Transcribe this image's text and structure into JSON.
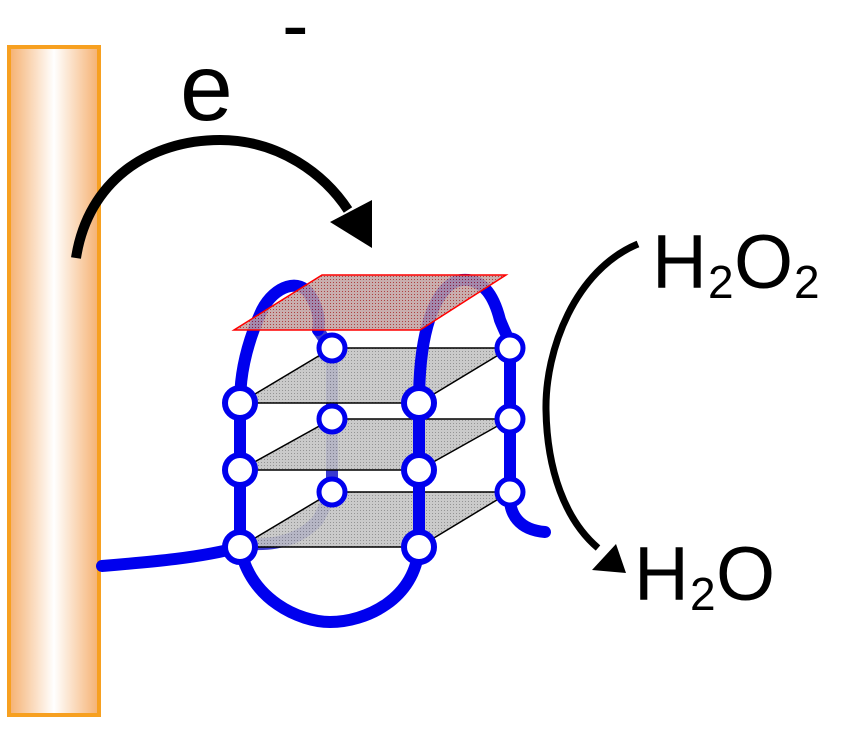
{
  "labels": {
    "electron_symbol": "e",
    "electron_charge": "-",
    "reactant_main": "H",
    "reactant_sub1": "2",
    "reactant_mid": "O",
    "reactant_sub2": "2",
    "product_main": "H",
    "product_sub": "2",
    "product_end": "O"
  },
  "colors": {
    "electrode_fill": "#ffffff",
    "electrode_gradient": "#f5b070",
    "electrode_border": "#f7a020",
    "dna_strand": "#0000ee",
    "g_quartet_plane": "#a0a0a0",
    "hemin_plane": "#b02828",
    "hemin_border": "#ff0000",
    "arrow": "#000000"
  },
  "icons": {
    "guanine_node": "circle",
    "arrowhead": "triangle"
  }
}
